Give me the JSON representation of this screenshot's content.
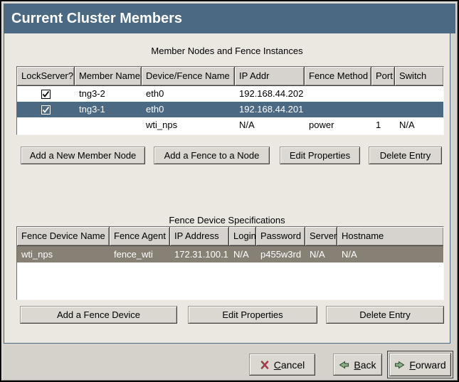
{
  "header": {
    "title": "Current Cluster Members"
  },
  "colors": {
    "titlebar_bg": "#4b6983",
    "selection_blue": "#4b6983",
    "selection_gray_unfocused": "#868075",
    "panel_bg": "#ebe8e2",
    "window_bg": "#d5d2cc"
  },
  "member_table": {
    "caption": "Member Nodes and Fence Instances",
    "columns": [
      "LockServer?",
      "Member Name",
      "Device/Fence Name",
      "IP Addr",
      "Fence Method",
      "Port",
      "Switch"
    ],
    "rows": [
      {
        "lockserver_checked": true,
        "member_name": "tng3-2",
        "device_fence_name": "eth0",
        "ip_addr": "192.168.44.202",
        "fence_method": "",
        "port": "",
        "switch": "",
        "selected": false
      },
      {
        "lockserver_checked": true,
        "member_name": "tng3-1",
        "device_fence_name": "eth0",
        "ip_addr": "192.168.44.201",
        "fence_method": "",
        "port": "",
        "switch": "",
        "selected": true
      },
      {
        "lockserver_checked": false,
        "member_name": "",
        "device_fence_name": "wti_nps",
        "ip_addr": "N/A",
        "fence_method": "power",
        "port": "1",
        "switch": "N/A",
        "selected": false
      }
    ],
    "buttons": [
      "Add a New Member Node",
      "Add a Fence to a Node",
      "Edit Properties",
      "Delete Entry"
    ]
  },
  "fence_table": {
    "caption": "Fence Device Specifications",
    "columns": [
      "Fence Device Name",
      "Fence Agent",
      "IP Address",
      "Login",
      "Password",
      "Server",
      "Hostname"
    ],
    "rows": [
      {
        "fence_device_name": "wti_nps",
        "fence_agent": "fence_wti",
        "ip_address": "172.31.100.1",
        "login": "N/A",
        "password": "p455w3rd",
        "server": "N/A",
        "hostname": "N/A",
        "selected": true
      }
    ],
    "buttons": [
      "Add a Fence Device",
      "Edit Properties",
      "Delete Entry"
    ]
  },
  "actions": {
    "cancel": "Cancel",
    "back": "Back",
    "forward": "Forward"
  }
}
